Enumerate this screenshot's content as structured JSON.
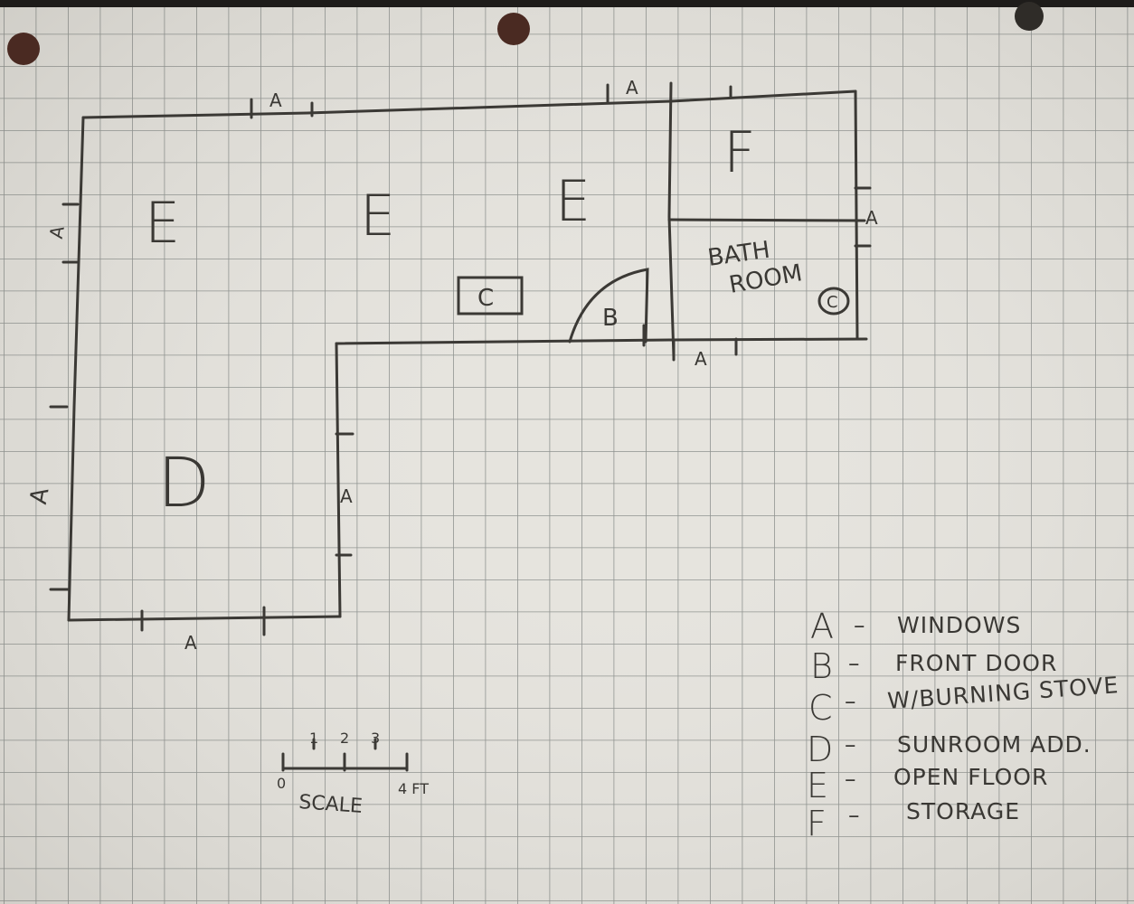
{
  "rooms": {
    "e1": "E",
    "e2": "E",
    "e3": "E",
    "f": "F",
    "bathroom_line1": "BATH",
    "bathroom_line2": "ROOM",
    "d": "D",
    "b": "B",
    "c": "C"
  },
  "window_marks": [
    "A",
    "A",
    "A",
    "A",
    "A",
    "A",
    "A",
    "A"
  ],
  "legend": [
    {
      "key": "A",
      "desc": "WINDOWS"
    },
    {
      "key": "B",
      "desc": "FRONT DOOR"
    },
    {
      "key": "C",
      "desc": "W/BURNING STOVE"
    },
    {
      "key": "D",
      "desc": "SUNROOM ADD."
    },
    {
      "key": "E",
      "desc": "OPEN FLOOR"
    },
    {
      "key": "F",
      "desc": "STORAGE"
    }
  ],
  "scale": {
    "ticks": [
      "0",
      "1",
      "2",
      "3",
      "4 FT"
    ],
    "label": "SCALE"
  },
  "colors": {
    "paper": "#e6e4de",
    "grid": "#8d918e",
    "ink": "#3b3935",
    "pin": "#4a2a22"
  }
}
